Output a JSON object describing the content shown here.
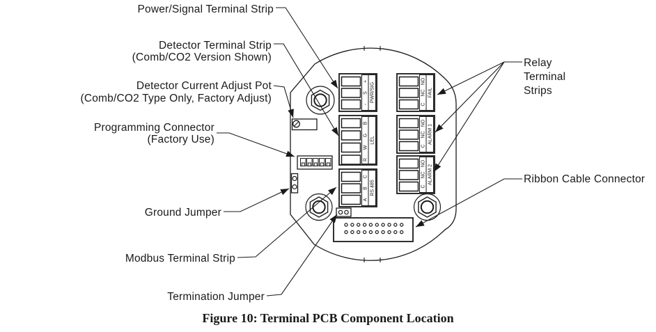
{
  "caption": "Figure 10: Terminal PCB Component Location",
  "callouts": {
    "power_signal": "Power/Signal Terminal Strip",
    "detector_1": "Detector Terminal Strip",
    "detector_2": "(Comb/CO2 Version Shown)",
    "pot_1": "Detector Current Adjust Pot",
    "pot_2": "(Comb/CO2 Type Only, Factory Adjust)",
    "programming_1": "Programming Connector",
    "programming_2": "(Factory Use)",
    "ground": "Ground Jumper",
    "modbus": "Modbus Terminal Strip",
    "termination": "Termination Jumper",
    "relay_1": "Relay",
    "relay_2": "Terminal",
    "relay_3": "Strips",
    "ribbon": "Ribbon Cable Connector"
  },
  "strips": [
    {
      "name": "PWR/SIG",
      "terminals": [
        "+",
        "S",
        "-"
      ]
    },
    {
      "name": "LEL",
      "terminals": [
        "B",
        "G",
        "W",
        "R"
      ]
    },
    {
      "name": "RS 485",
      "terminals": [
        "C",
        "B",
        "A"
      ]
    },
    {
      "name": "FAIL",
      "terminals": [
        "NO",
        "NC",
        "C"
      ]
    },
    {
      "name": "ALARM 1",
      "terminals": [
        "NO",
        "NC",
        "C"
      ]
    },
    {
      "name": "ALARM 2",
      "terminals": [
        "NO",
        "NC",
        "C"
      ]
    }
  ],
  "colors": {
    "ink": "#1a1a1a",
    "background": "#ffffff"
  }
}
